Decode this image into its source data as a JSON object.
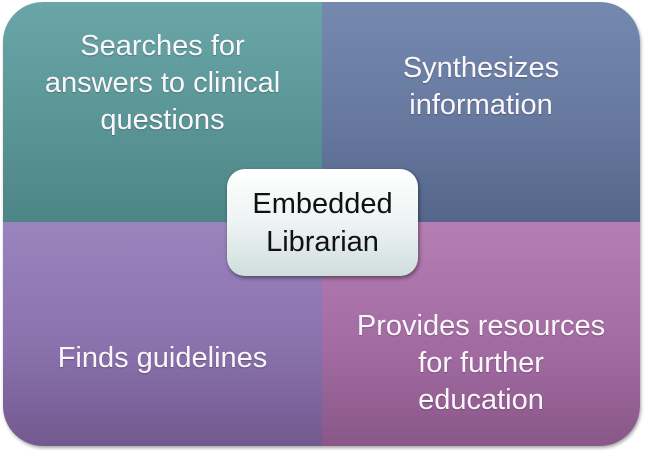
{
  "diagram": {
    "type": "matrix-2x2",
    "center": {
      "label_line1": "Embedded",
      "label_line2": "Librarian"
    },
    "quadrants": [
      {
        "position": "top-left",
        "lines": [
          "Searches for",
          "answers to clinical",
          "questions"
        ],
        "color": "#5a9596"
      },
      {
        "position": "top-right",
        "lines": [
          "Synthesizes",
          "information"
        ],
        "color": "#66789e"
      },
      {
        "position": "bottom-left",
        "lines": [
          "Finds guidelines"
        ],
        "color": "#8a72ad"
      },
      {
        "position": "bottom-right",
        "lines": [
          "Provides resources",
          "for further",
          "education"
        ],
        "color": "#a26ca2"
      }
    ]
  }
}
